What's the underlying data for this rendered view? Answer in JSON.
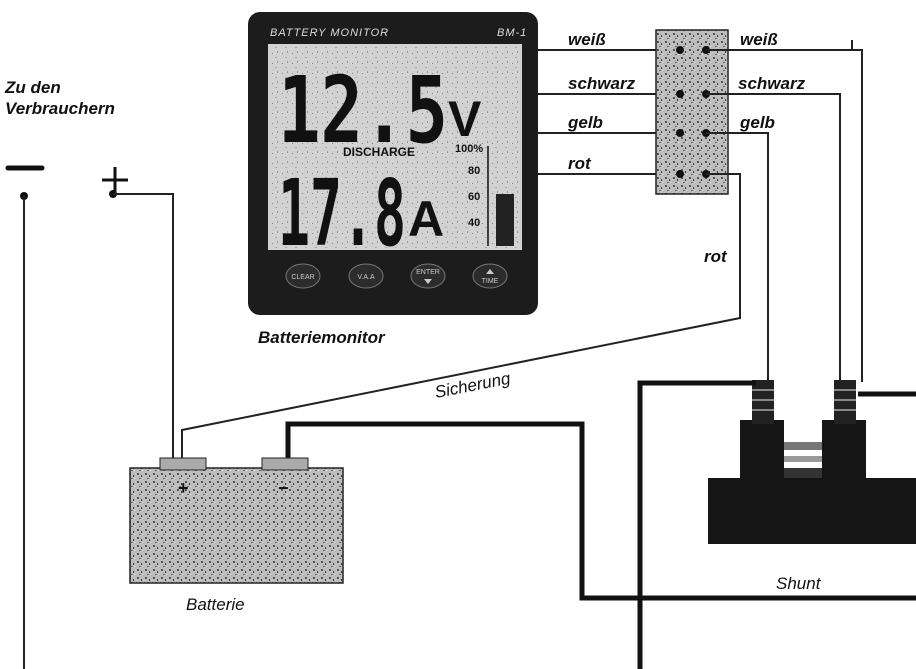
{
  "consumers_label_1": "Zu den",
  "consumers_label_2": "Verbrauchern",
  "minus_sign": "−",
  "plus_sign": "+",
  "monitor": {
    "header_left": "BATTERY MONITOR",
    "header_right": "BM-1",
    "voltage_value": "12.5",
    "voltage_unit": "V",
    "mode_label": "DISCHARGE",
    "current_value": "17.8",
    "current_unit": "A",
    "scale": [
      "100%",
      "80",
      "60",
      "40"
    ],
    "buttons": [
      "CLEAR",
      "V.A.A",
      "ENTER",
      "TIME"
    ],
    "caption": "Batteriemonitor"
  },
  "wires_left": [
    "weiß",
    "schwarz",
    "gelb",
    "rot"
  ],
  "wires_right": [
    "weiß",
    "schwarz",
    "gelb"
  ],
  "rot_label": "rot",
  "fuse_label": "Sicherung",
  "battery_label": "Batterie",
  "battery_plus": "+",
  "battery_minus": "−",
  "shunt_label": "Shunt"
}
